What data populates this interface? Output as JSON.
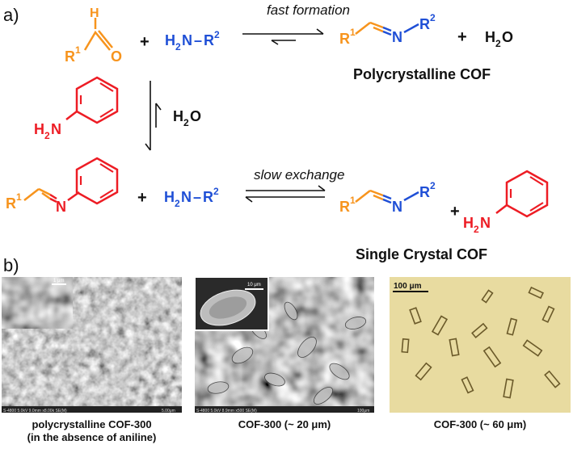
{
  "panel_a": {
    "label": "a)",
    "r1": "R",
    "sup1": "1",
    "r2": "R",
    "sup2": "2",
    "ald_h": "H",
    "ald_o": "O",
    "plus": "+",
    "amine_h2n": "H",
    "amine_sub2": "2",
    "amine_n": "N",
    "dash": "–",
    "imine_n": "N",
    "water": "H",
    "water_sub": "2",
    "water_o": "O",
    "fast_formation": "fast formation",
    "slow_exchange": "slow exchange",
    "polycrystalline_cof": "Polycrystalline COF",
    "single_crystal_cof": "Single Crystal COF",
    "colors": {
      "orange": "#f7941d",
      "blue": "#1f4fd6",
      "red": "#ed1c24",
      "black": "#111111"
    }
  },
  "panel_b": {
    "label": "b)",
    "images": [
      {
        "caption_line1": "polycrystalline COF-300",
        "caption_line2": "(in the absence of aniline)",
        "inset_scale": "1 μm",
        "scale": "5.00μm",
        "footer": "S-4800 5.0kV 9.0mm x8.00k SE(M)"
      },
      {
        "caption_line1": "COF-300 (~ 20 μm)",
        "inset_scale": "10 μm",
        "scale": "100μm",
        "footer": "S-4800 5.0kV 8.9mm x500 SE(M)"
      },
      {
        "caption_line1": "COF-300 (~ 60 μm)",
        "scale": "100 μm"
      }
    ]
  }
}
